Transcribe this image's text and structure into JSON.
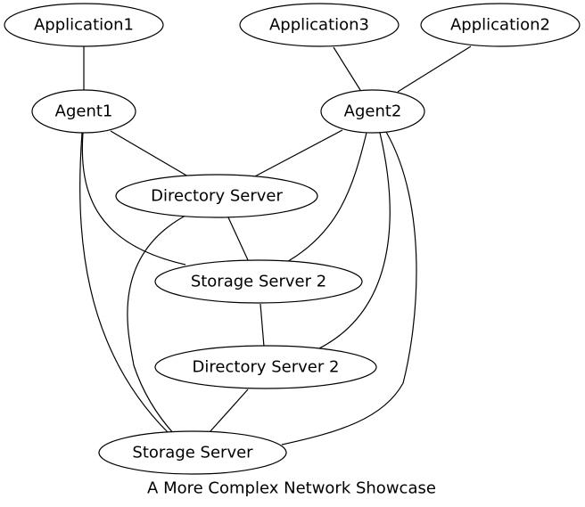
{
  "graph": {
    "caption": "A More Complex Network Showcase",
    "nodes": {
      "application1": "Application1",
      "application3": "Application3",
      "application2": "Application2",
      "agent1": "Agent1",
      "agent2": "Agent2",
      "directory_server": "Directory Server",
      "storage_server_2": "Storage Server 2",
      "directory_server_2": "Directory Server 2",
      "storage_server": "Storage Server"
    },
    "edges": [
      [
        "Application1",
        "Agent1"
      ],
      [
        "Application3",
        "Agent2"
      ],
      [
        "Application2",
        "Agent2"
      ],
      [
        "Agent1",
        "Directory Server"
      ],
      [
        "Agent1",
        "Storage Server 2"
      ],
      [
        "Agent1",
        "Storage Server"
      ],
      [
        "Agent2",
        "Directory Server"
      ],
      [
        "Agent2",
        "Storage Server 2"
      ],
      [
        "Agent2",
        "Directory Server 2"
      ],
      [
        "Agent2",
        "Storage Server"
      ],
      [
        "Directory Server",
        "Storage Server 2"
      ],
      [
        "Directory Server",
        "Storage Server"
      ],
      [
        "Storage Server 2",
        "Directory Server 2"
      ],
      [
        "Directory Server 2",
        "Storage Server"
      ]
    ]
  }
}
